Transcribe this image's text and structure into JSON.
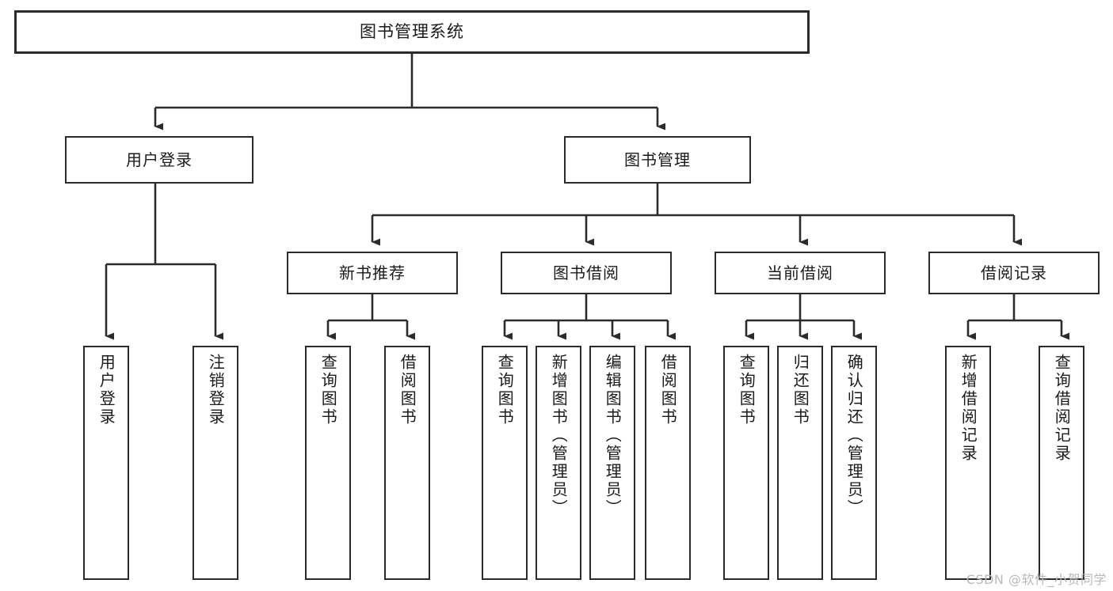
{
  "diagram": {
    "title": "图书管理系统",
    "type": "tree",
    "colors": {
      "stroke": "#2b2b2b",
      "fill": "#ffffff",
      "text": "#1a1a1a",
      "watermark": "#b9b9b9"
    },
    "root": {
      "label": "图书管理系统"
    },
    "level2": [
      {
        "label": "用户登录"
      },
      {
        "label": "图书管理"
      }
    ],
    "level3": [
      {
        "label": "新书推荐"
      },
      {
        "label": "图书借阅"
      },
      {
        "label": "当前借阅"
      },
      {
        "label": "借阅记录"
      }
    ],
    "leaves": {
      "user_login": [
        {
          "label": "用户登录"
        },
        {
          "label": "注销登录"
        }
      ],
      "new_book_recommend": [
        {
          "label": "查询图书"
        },
        {
          "label": "借阅图书"
        }
      ],
      "book_borrow": [
        {
          "label": "查询图书"
        },
        {
          "label": "新增图书（管理员）"
        },
        {
          "label": "编辑图书（管理员）"
        },
        {
          "label": "借阅图书"
        }
      ],
      "current_borrow": [
        {
          "label": "查询图书"
        },
        {
          "label": "归还图书"
        },
        {
          "label": "确认归还（管理员）"
        }
      ],
      "borrow_record": [
        {
          "label": "新增借阅记录"
        },
        {
          "label": "查询借阅记录"
        }
      ]
    }
  },
  "watermark": {
    "text": "CSDN @软件_小贺同学"
  }
}
